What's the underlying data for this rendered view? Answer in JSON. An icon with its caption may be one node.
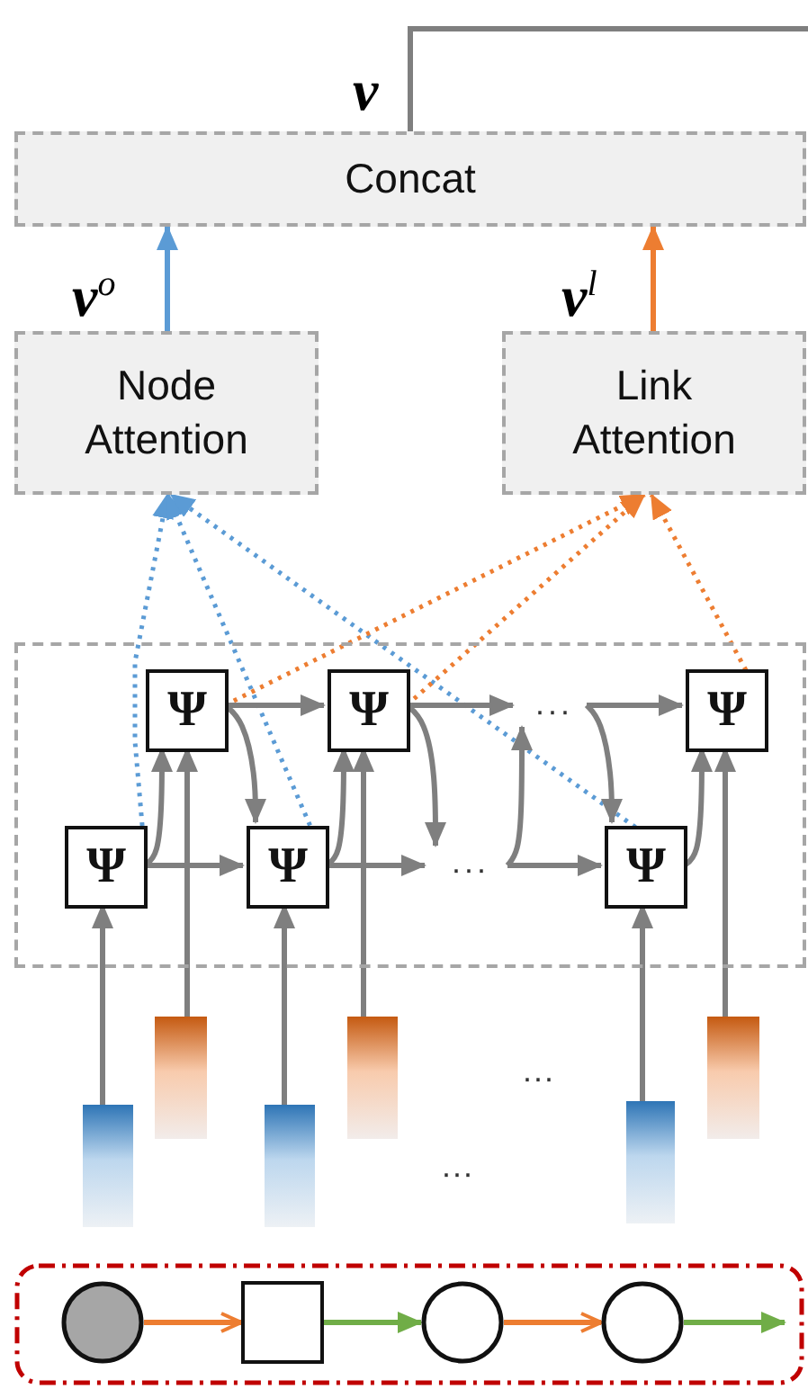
{
  "diagram": {
    "nodes": [
      {
        "text": [
          "Concat"
        ]
      },
      {
        "text": [
          "Node Attention"
        ]
      },
      {
        "text": [
          "Link Attention"
        ]
      },
      {
        "text": [],
        "shape": "box"
      },
      {
        "text": [
          "Ψ"
        ],
        "in": 3
      },
      {
        "text": [
          "Ψ"
        ],
        "in": 3
      },
      {
        "text": [
          "···"
        ],
        "in": 3
      },
      {
        "text": [
          "Ψ"
        ],
        "in": 3
      },
      {
        "text": [
          "Ψ"
        ],
        "in": 3
      },
      {
        "text": [
          "Ψ"
        ],
        "in": 3
      },
      {
        "text": [
          "···"
        ],
        "in": 3
      },
      {
        "text": [
          "Ψ"
        ],
        "in": 3
      },
      {
        "text": [],
        "shape": "bar"
      },
      {
        "text": [],
        "shape": "bar"
      },
      {
        "text": [],
        "shape": "bar"
      },
      {
        "text": [],
        "shape": "bar"
      },
      {
        "text": [],
        "shape": "bar"
      },
      {
        "text": [],
        "shape": "bar"
      },
      {
        "text": [],
        "shape": "box"
      },
      {
        "text": [],
        "shape": "circle",
        "in": 18
      },
      {
        "text": [],
        "shape": "box",
        "in": 18
      },
      {
        "text": [],
        "shape": "circle",
        "in": 18
      },
      {
        "text": [],
        "shape": "circle",
        "in": 18
      }
    ],
    "edges": [
      {
        "from": 0,
        "to": null,
        "arrow": "none",
        "label": "v"
      },
      {
        "from": 1,
        "to": 0,
        "arrow": "to",
        "label": "v$^{o}$",
        "color": "#5b9bd5"
      },
      {
        "from": 2,
        "to": 0,
        "arrow": "to",
        "label": "v$^{l}$",
        "color": "#ed7d31"
      },
      {
        "from": 8,
        "to": 1,
        "arrow": "to",
        "style": "dashed",
        "color": "#5b9bd5"
      },
      {
        "from": 9,
        "to": 1,
        "arrow": "to",
        "style": "dashed",
        "color": "#5b9bd5"
      },
      {
        "from": 11,
        "to": 1,
        "arrow": "to",
        "style": "dashed",
        "color": "#5b9bd5"
      },
      {
        "from": 4,
        "to": 2,
        "arrow": "to",
        "style": "dashed",
        "color": "#ed7d31"
      },
      {
        "from": 5,
        "to": 2,
        "arrow": "to",
        "style": "dashed",
        "color": "#ed7d31"
      },
      {
        "from": 7,
        "to": 2,
        "arrow": "to",
        "style": "dashed",
        "color": "#ed7d31"
      },
      {
        "from": 8,
        "to": 4,
        "arrow": "to"
      },
      {
        "from": 9,
        "to": 5,
        "arrow": "to"
      },
      {
        "from": 11,
        "to": 7,
        "arrow": "to"
      },
      {
        "from": 4,
        "to": 5,
        "arrow": "to"
      },
      {
        "from": 4,
        "to": 9,
        "arrow": "to"
      },
      {
        "from": 5,
        "to": 6,
        "arrow": "to"
      },
      {
        "from": 5,
        "to": 10,
        "arrow": "to"
      },
      {
        "from": 6,
        "to": 7,
        "arrow": "to"
      },
      {
        "from": 6,
        "to": 11,
        "arrow": "to"
      },
      {
        "from": 8,
        "to": 9,
        "arrow": "to"
      },
      {
        "from": 9,
        "to": 10,
        "arrow": "to"
      },
      {
        "from": 10,
        "to": 11,
        "arrow": "to"
      },
      {
        "from": 10,
        "to": 6,
        "arrow": "to"
      },
      {
        "from": 12,
        "to": 8,
        "arrow": "to"
      },
      {
        "from": 13,
        "to": 4,
        "arrow": "to"
      },
      {
        "from": 14,
        "to": 9,
        "arrow": "to"
      },
      {
        "from": 15,
        "to": 5,
        "arrow": "to"
      },
      {
        "from": 16,
        "to": 11,
        "arrow": "to"
      },
      {
        "from": 17,
        "to": 7,
        "arrow": "to"
      },
      {
        "from": 19,
        "to": 20,
        "arrow": "to",
        "color": "#ed7d31"
      },
      {
        "from": 20,
        "to": 21,
        "arrow": "to",
        "color": "#70ad47"
      },
      {
        "from": 21,
        "to": 22,
        "arrow": "to",
        "color": "#ed7d31"
      },
      {
        "from": 22,
        "to": null,
        "arrow": "to",
        "color": "#70ad47"
      }
    ],
    "labels": [
      "···",
      "···"
    ]
  }
}
